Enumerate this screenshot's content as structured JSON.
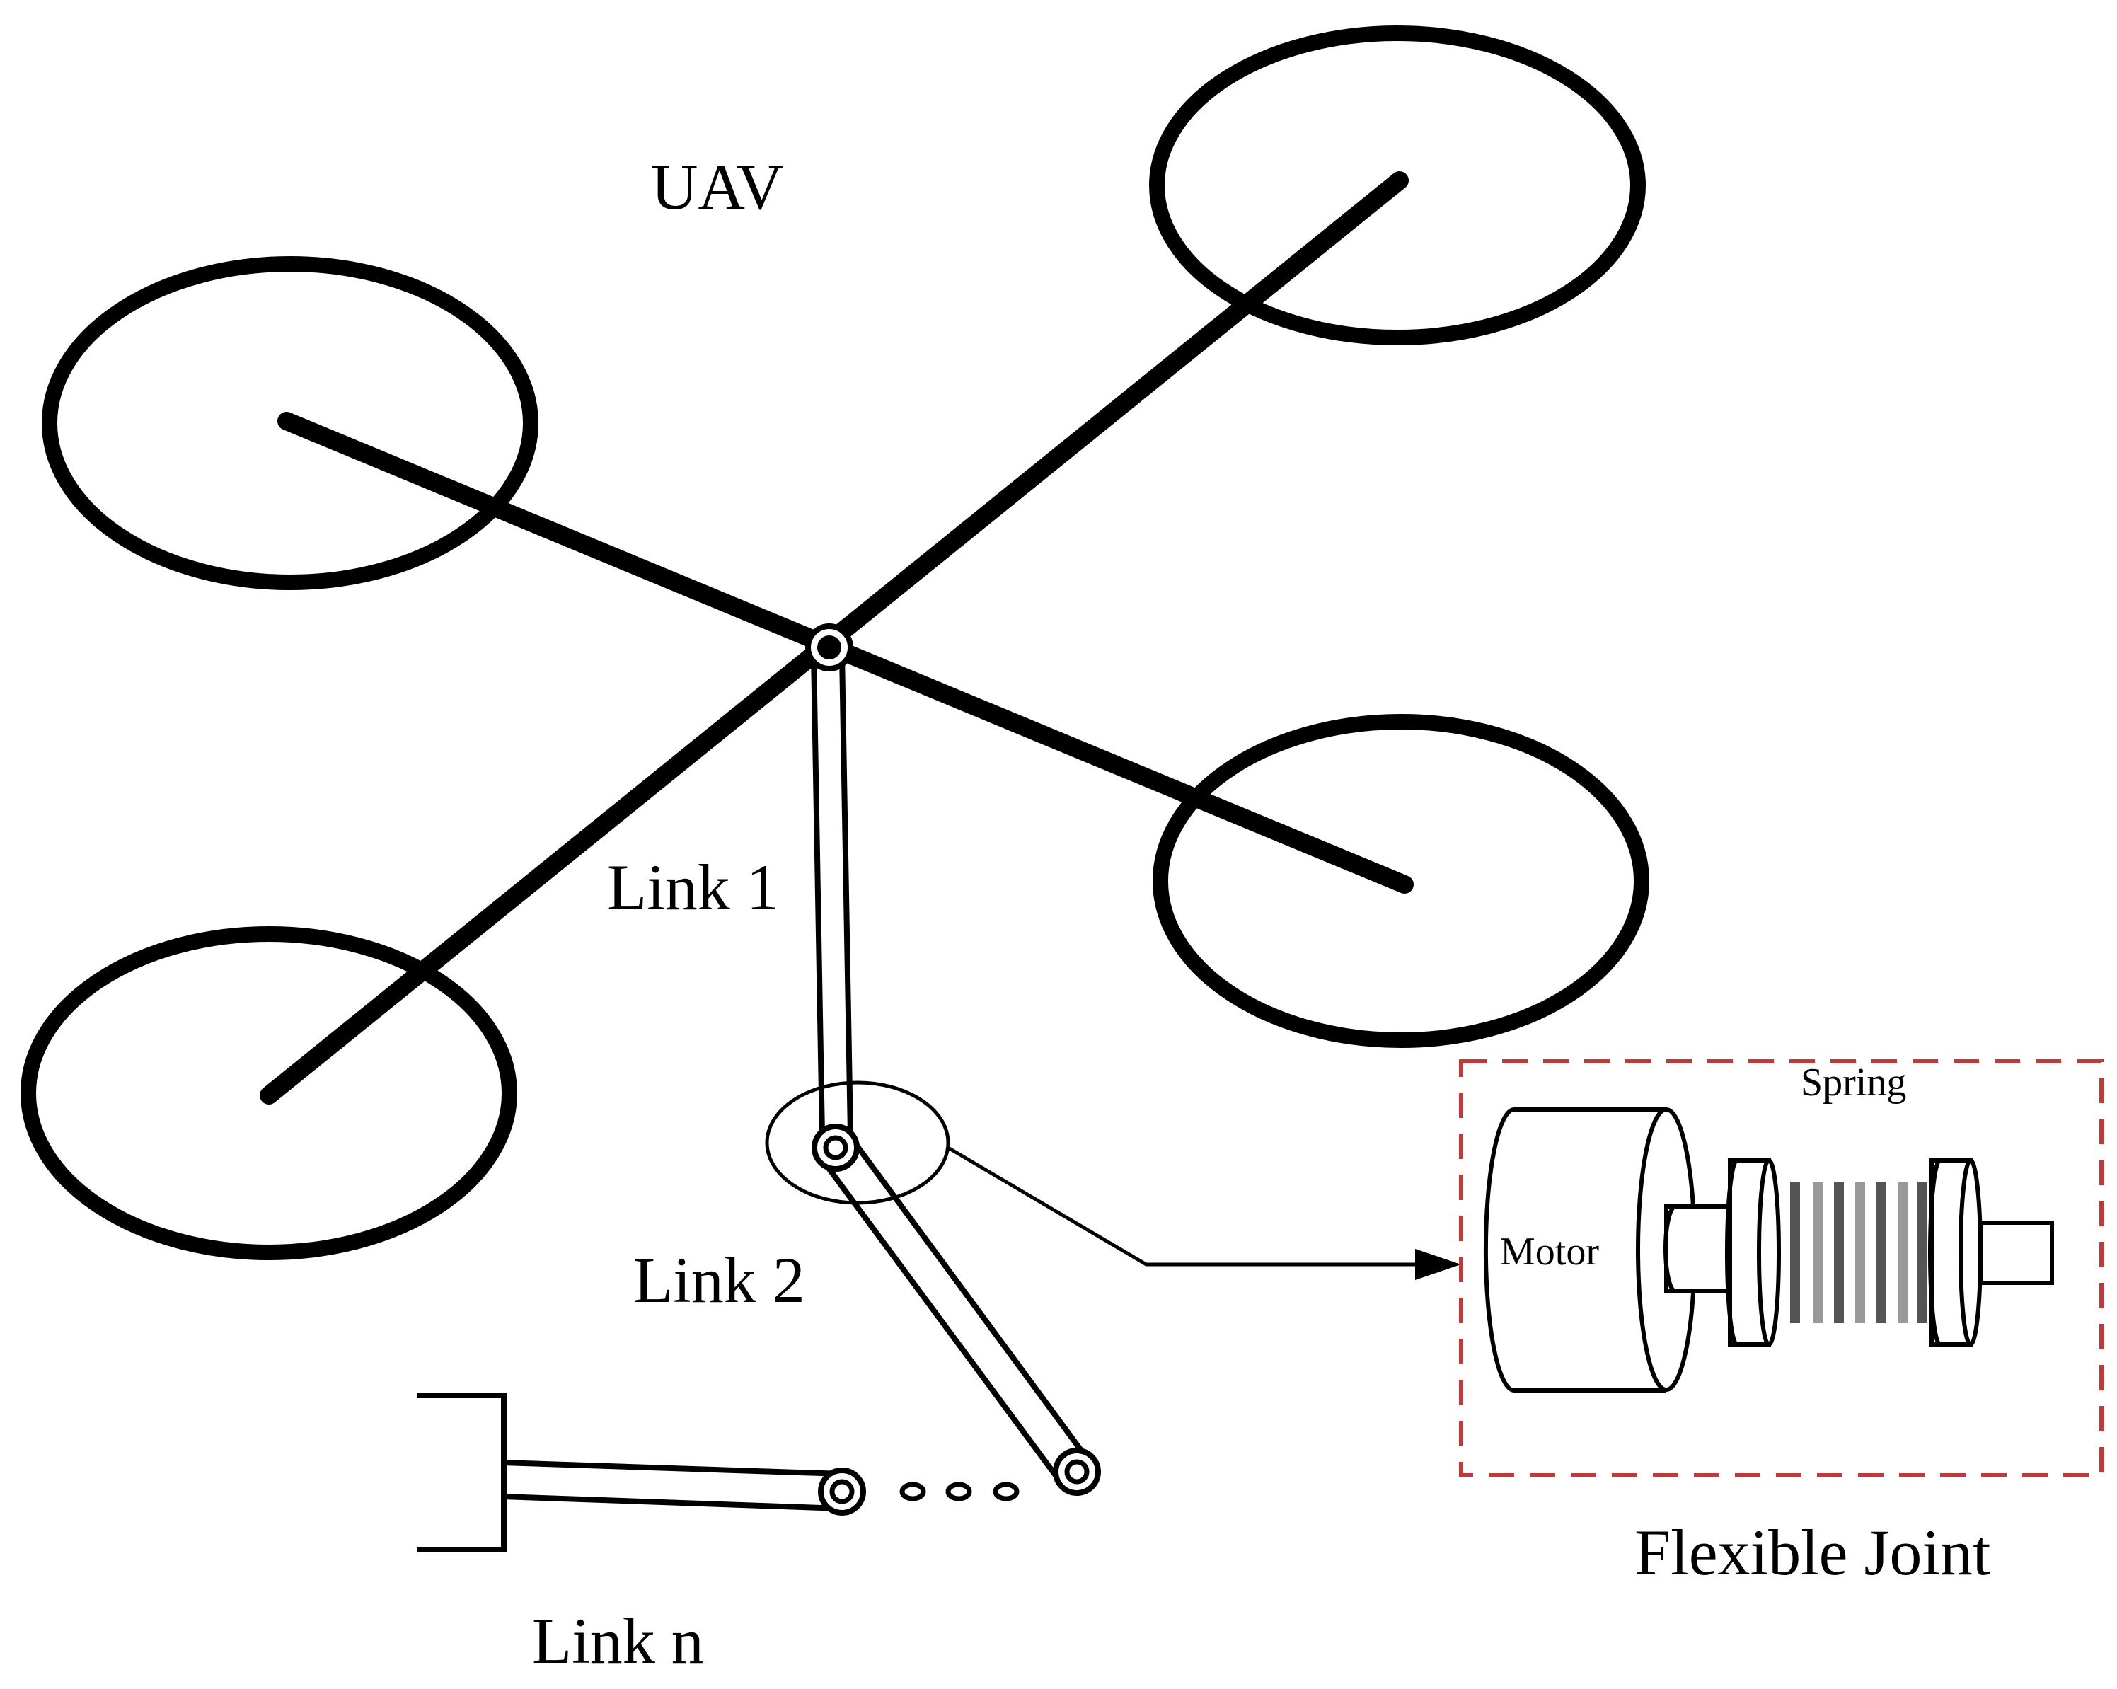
{
  "labels": {
    "uav": "UAV",
    "link1": "Link 1",
    "link2": "Link 2",
    "linkn": "Link n",
    "flexible_joint": "Flexible Joint",
    "spring": "Spring",
    "motor": "Motor"
  },
  "colors": {
    "line": "#000000",
    "dashed_box": "#c0393b",
    "spring_dark": "#555555",
    "spring_light": "#999999"
  }
}
